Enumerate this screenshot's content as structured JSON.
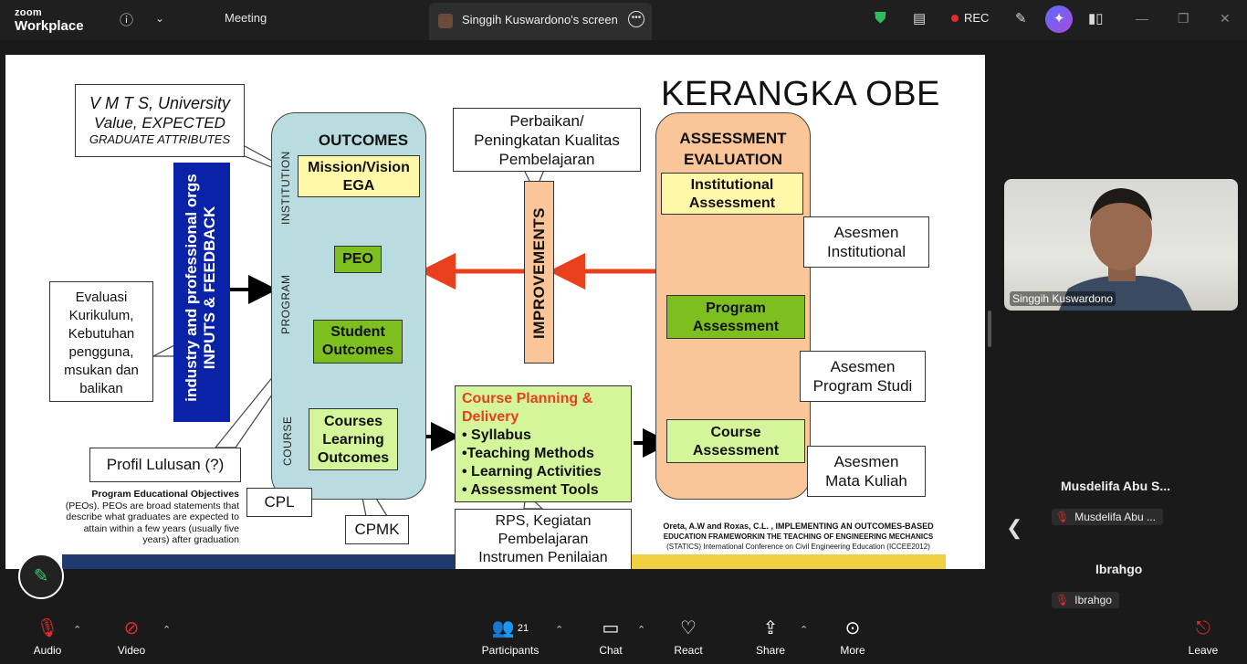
{
  "app": {
    "brand_top": "zoom",
    "brand_bottom": "Workplace",
    "meeting_tab": "Meeting",
    "screen_tab": "Singgih Kuswardono's screen",
    "rec_label": "REC"
  },
  "slide": {
    "title": "KERANGKA OBE",
    "vmts": {
      "line1": "V M T S, University",
      "line2": "Value, EXPECTED",
      "line3": "GRADUATE ATTRIBUTES"
    },
    "inputs_feedback": {
      "line1": "industry and professional orgs",
      "line2": "INPUTS & FEEDBACK"
    },
    "outcomes_title": "OUTCOMES",
    "level_institution": "INSTITUTION",
    "level_program": "PROGRAM",
    "level_course": "COURSE",
    "mission": {
      "line1": "Mission/Vision",
      "line2": "EGA"
    },
    "peo": "PEO",
    "student_outcomes": {
      "line1": "Student",
      "line2": "Outcomes"
    },
    "clo": {
      "line1": "Courses",
      "line2": "Learning",
      "line3": "Outcomes"
    },
    "perbaikan": {
      "line1": "Perbaikan/",
      "line2": "Peningkatan Kualitas",
      "line3": "Pembelajaran"
    },
    "improvements": "IMPROVEMENTS",
    "assess_title": {
      "line1": "ASSESSMENT",
      "line2": "EVALUATION"
    },
    "inst_assess": {
      "line1": "Institutional",
      "line2": "Assessment"
    },
    "prog_assess": {
      "line1": "Program",
      "line2": "Assessment"
    },
    "course_assess": {
      "line1": "Course",
      "line2": "Assessment"
    },
    "asesmen_inst": {
      "line1": "Asesmen",
      "line2": "Institutional"
    },
    "asesmen_prodi": {
      "line1": "Asesmen",
      "line2": "Program Studi"
    },
    "asesmen_mk": {
      "line1": "Asesmen",
      "line2": "Mata Kuliah"
    },
    "evaluasi": {
      "line1": "Evaluasi",
      "line2": "Kurikulum,",
      "line3": "Kebutuhan",
      "line4": "pengguna,",
      "line5": "msukan dan",
      "line6": "balikan"
    },
    "course_planning": {
      "heading1": "Course Planning &",
      "heading2": "Delivery",
      "item1": "• Syllabus",
      "item2": "•Teaching Methods",
      "item3": "• Learning Activities",
      "item4": "• Assessment Tools"
    },
    "rps": {
      "line1": "RPS, Kegiatan",
      "line2": "Pembelajaran",
      "line3": "Instrumen Penilaian"
    },
    "profil": "Profil Lulusan (?)",
    "cpl": "CPL",
    "cpmk": "CPMK",
    "peo_note": {
      "bold": "Program Educational Objectives",
      "line2": "(PEOs). PEOs are broad statements that",
      "line3": "describe what graduates are expected to",
      "line4": "attain within a few years (usually five",
      "line5": "years) after graduation"
    },
    "citation": {
      "line1": "Oreta, A.W and Roxas, C.L. , IMPLEMENTING AN OUTCOMES-BASED",
      "line2": "EDUCATION FRAMEWORKIN THE TEACHING OF ENGINEERING MECHANICS",
      "line3": "(STATICS) International Conference on Civil Engineering Education (ICCEE2012)"
    }
  },
  "participants_panel": {
    "video_name": "Singgih Kuswardono",
    "p1_name": "Musdelifa Abu S...",
    "p1_tag": "Musdelifa Abu ...",
    "p2_name": "Ibrahgo",
    "p2_tag": "Ibrahgo"
  },
  "toolbar": {
    "audio": "Audio",
    "video": "Video",
    "participants": "Participants",
    "participants_count": "21",
    "chat": "Chat",
    "react": "React",
    "share": "Share",
    "more": "More",
    "leave": "Leave"
  }
}
